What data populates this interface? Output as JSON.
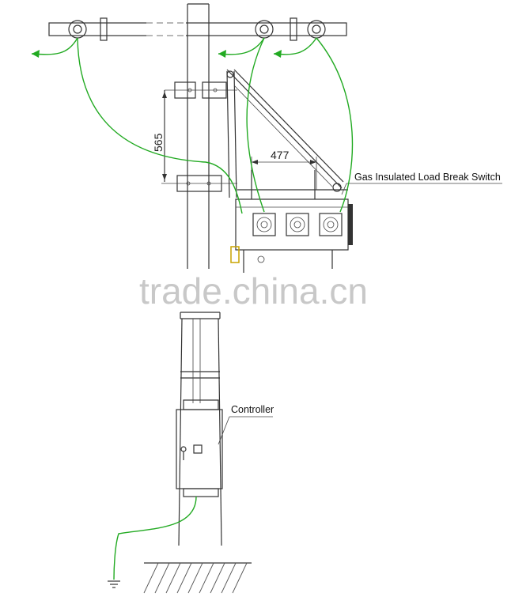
{
  "labels": {
    "switch": "Gas Insulated Load Break Switch",
    "controller": "Controller"
  },
  "dimensions": {
    "vertical": "565",
    "horizontal": "477"
  },
  "watermark": "trade.china.cn",
  "colors": {
    "wire": "#22aa22",
    "line": "#333333",
    "watermark": "#bfbfbf"
  },
  "icons": [
    "ground-icon",
    "hatch-ground",
    "switch-handle-icon",
    "manual-plate-icon"
  ]
}
